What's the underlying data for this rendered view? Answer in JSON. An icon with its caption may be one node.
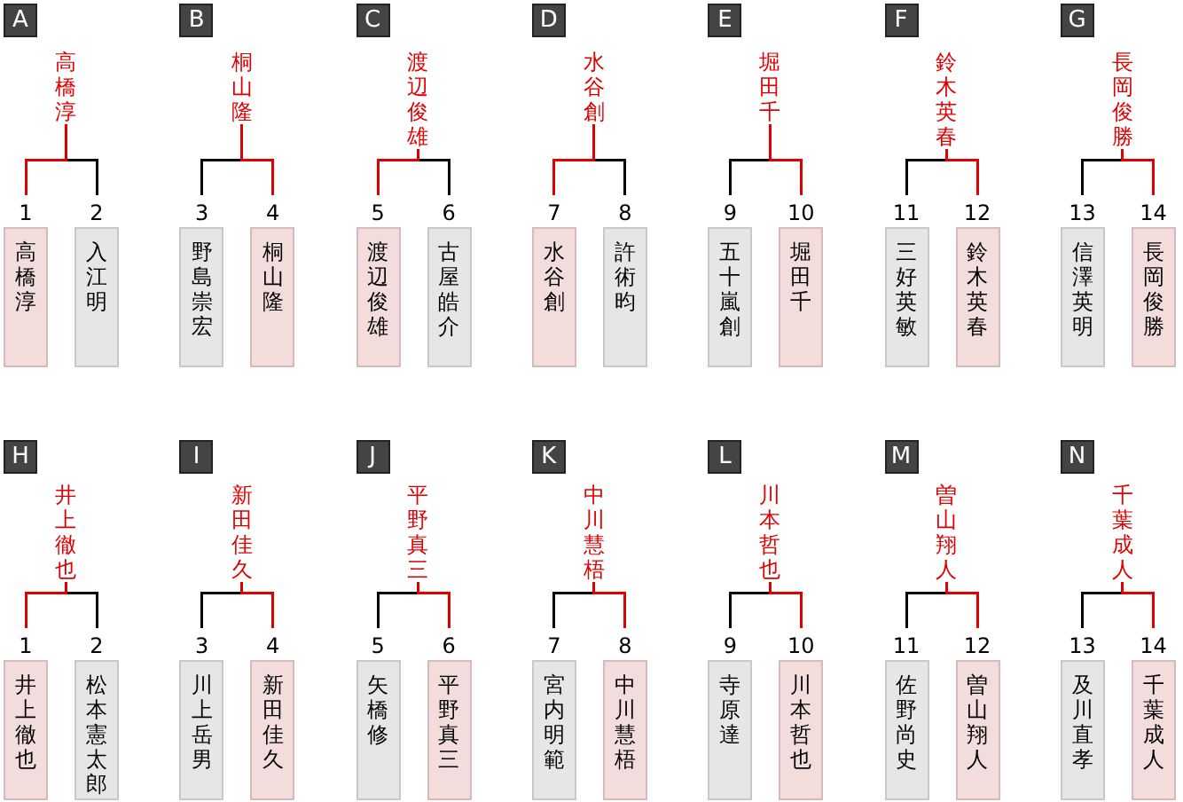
{
  "diagram": {
    "nodes": [
      {
        "text": [
          "A"
        ]
      },
      {
        "text": [
          "高橋淳"
        ]
      },
      {
        "text": [
          "高橋淳"
        ],
        "beside": [
          "1"
        ]
      },
      {
        "text": [
          "入江明"
        ],
        "beside": [
          "2"
        ]
      },
      {
        "text": [
          "B"
        ]
      },
      {
        "text": [
          "桐山隆"
        ]
      },
      {
        "text": [
          "野島崇宏"
        ],
        "beside": [
          "3"
        ]
      },
      {
        "text": [
          "桐山隆"
        ],
        "beside": [
          "4"
        ]
      },
      {
        "text": [
          "C"
        ]
      },
      {
        "text": [
          "渡辺俊雄"
        ]
      },
      {
        "text": [
          "渡辺俊雄"
        ],
        "beside": [
          "5"
        ]
      },
      {
        "text": [
          "古屋皓介"
        ],
        "beside": [
          "6"
        ]
      },
      {
        "text": [
          "D"
        ]
      },
      {
        "text": [
          "水谷創"
        ]
      },
      {
        "text": [
          "水谷創"
        ],
        "beside": [
          "7"
        ]
      },
      {
        "text": [
          "許術昀"
        ],
        "beside": [
          "8"
        ]
      },
      {
        "text": [
          "E"
        ]
      },
      {
        "text": [
          "堀田千"
        ]
      },
      {
        "text": [
          "五十嵐創"
        ],
        "beside": [
          "9"
        ]
      },
      {
        "text": [
          "堀田千"
        ],
        "beside": [
          "10"
        ]
      },
      {
        "text": [
          "F"
        ]
      },
      {
        "text": [
          "鈴木英春"
        ]
      },
      {
        "text": [
          "三好英敏"
        ],
        "beside": [
          "11"
        ]
      },
      {
        "text": [
          "鈴木英春"
        ],
        "beside": [
          "12"
        ]
      },
      {
        "text": [
          "G"
        ]
      },
      {
        "text": [
          "長岡俊勝"
        ]
      },
      {
        "text": [
          "信澤英明"
        ],
        "beside": [
          "13"
        ]
      },
      {
        "text": [
          "長岡俊勝"
        ],
        "beside": [
          "14"
        ]
      },
      {
        "text": [
          "H"
        ]
      },
      {
        "text": [
          "井上徹也"
        ]
      },
      {
        "text": [
          "井上徹也"
        ],
        "beside": [
          "1"
        ]
      },
      {
        "text": [
          "松本憲太郎"
        ],
        "beside": [
          "2"
        ]
      },
      {
        "text": [
          "I"
        ]
      },
      {
        "text": [
          "新田佳久"
        ]
      },
      {
        "text": [
          "川上岳男"
        ],
        "beside": [
          "3"
        ]
      },
      {
        "text": [
          "新田佳久"
        ],
        "beside": [
          "4"
        ]
      },
      {
        "text": [
          "J"
        ]
      },
      {
        "text": [
          "平野真三"
        ]
      },
      {
        "text": [
          "矢橋修"
        ],
        "beside": [
          "5"
        ]
      },
      {
        "text": [
          "平野真三"
        ],
        "beside": [
          "6"
        ]
      },
      {
        "text": [
          "K"
        ]
      },
      {
        "text": [
          "中川慧梧"
        ]
      },
      {
        "text": [
          "宮内明範"
        ],
        "beside": [
          "7"
        ]
      },
      {
        "text": [
          "中川慧梧"
        ],
        "beside": [
          "8"
        ]
      },
      {
        "text": [
          "L"
        ]
      },
      {
        "text": [
          "川本哲也"
        ]
      },
      {
        "text": [
          "寺原達"
        ],
        "beside": [
          "9"
        ]
      },
      {
        "text": [
          "川本哲也"
        ],
        "beside": [
          "10"
        ]
      },
      {
        "text": [
          "M"
        ]
      },
      {
        "text": [
          "曽山翔人"
        ]
      },
      {
        "text": [
          "佐野尚史"
        ],
        "beside": [
          "11"
        ]
      },
      {
        "text": [
          "曽山翔人"
        ],
        "beside": [
          "12"
        ]
      },
      {
        "text": [
          "N"
        ]
      },
      {
        "text": [
          "千葉成人"
        ]
      },
      {
        "text": [
          "及川直孝"
        ],
        "beside": [
          "13"
        ]
      },
      {
        "text": [
          "千葉成人"
        ],
        "beside": [
          "14"
        ]
      }
    ],
    "edges": [
      {
        "from": 2,
        "to": 1,
        "arrow": "none",
        "color": "#e00000"
      },
      {
        "from": 3,
        "to": 1,
        "arrow": "none",
        "color": "#000000"
      },
      {
        "from": 6,
        "to": 5,
        "arrow": "none",
        "color": "#000000"
      },
      {
        "from": 7,
        "to": 5,
        "arrow": "none",
        "color": "#e00000"
      },
      {
        "from": 10,
        "to": 9,
        "arrow": "none",
        "color": "#e00000"
      },
      {
        "from": 11,
        "to": 9,
        "arrow": "none",
        "color": "#000000"
      },
      {
        "from": 14,
        "to": 13,
        "arrow": "none",
        "color": "#e00000"
      },
      {
        "from": 15,
        "to": 13,
        "arrow": "none",
        "color": "#000000"
      },
      {
        "from": 18,
        "to": 17,
        "arrow": "none",
        "color": "#000000"
      },
      {
        "from": 19,
        "to": 17,
        "arrow": "none",
        "color": "#e00000"
      },
      {
        "from": 22,
        "to": 21,
        "arrow": "none",
        "color": "#000000"
      },
      {
        "from": 23,
        "to": 21,
        "arrow": "none",
        "color": "#e00000"
      },
      {
        "from": 26,
        "to": 25,
        "arrow": "none",
        "color": "#000000"
      },
      {
        "from": 27,
        "to": 25,
        "arrow": "none",
        "color": "#e00000"
      },
      {
        "from": 30,
        "to": 29,
        "arrow": "none",
        "color": "#e00000"
      },
      {
        "from": 31,
        "to": 29,
        "arrow": "none",
        "color": "#000000"
      },
      {
        "from": 34,
        "to": 33,
        "arrow": "none",
        "color": "#000000"
      },
      {
        "from": 35,
        "to": 33,
        "arrow": "none",
        "color": "#e00000"
      },
      {
        "from": 38,
        "to": 37,
        "arrow": "none",
        "color": "#000000"
      },
      {
        "from": 39,
        "to": 37,
        "arrow": "none",
        "color": "#e00000"
      },
      {
        "from": 42,
        "to": 41,
        "arrow": "none",
        "color": "#000000"
      },
      {
        "from": 43,
        "to": 41,
        "arrow": "none",
        "color": "#e00000"
      },
      {
        "from": 46,
        "to": 45,
        "arrow": "none",
        "color": "#000000"
      },
      {
        "from": 47,
        "to": 45,
        "arrow": "none",
        "color": "#e00000"
      },
      {
        "from": 50,
        "to": 49,
        "arrow": "none",
        "color": "#000000"
      },
      {
        "from": 51,
        "to": 49,
        "arrow": "none",
        "color": "#e00000"
      },
      {
        "from": 54,
        "to": 53,
        "arrow": "none",
        "color": "#000000"
      },
      {
        "from": 55,
        "to": 53,
        "arrow": "none",
        "color": "#e00000"
      }
    ]
  }
}
